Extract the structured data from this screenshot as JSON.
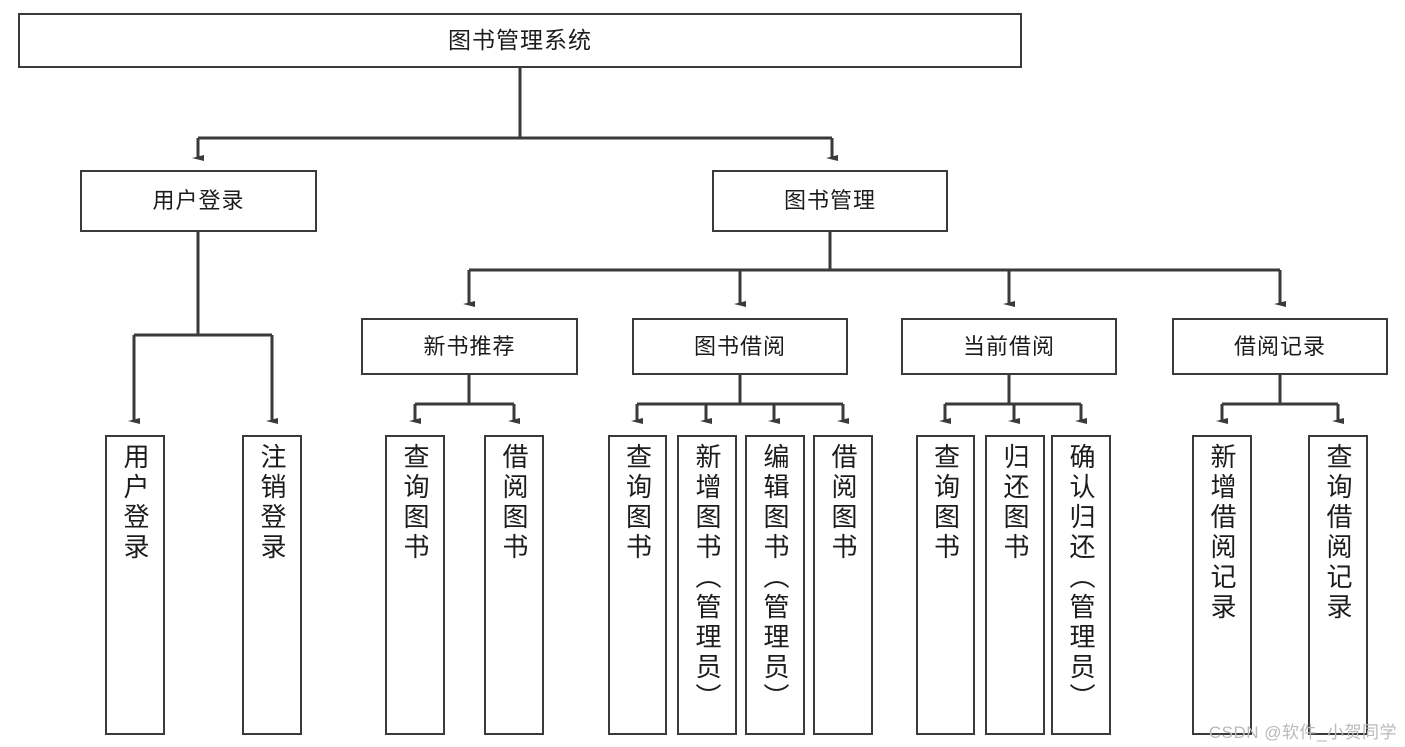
{
  "diagram": {
    "title": "图书管理系统",
    "watermark": "CSDN @软件_小贺同学",
    "colors": {
      "box_border": "#3a3a3a",
      "edge": "#3a3a3a",
      "background": "#ffffff",
      "text": "#1c1c1c",
      "watermark": "#b9b9b9"
    },
    "type": "tree-hierarchy",
    "nodes": {
      "root": {
        "label": "图书管理系统"
      },
      "level2": [
        {
          "label": "用户登录"
        },
        {
          "label": "图书管理"
        }
      ],
      "level3": [
        {
          "label": "新书推荐"
        },
        {
          "label": "图书借阅"
        },
        {
          "label": "当前借阅"
        },
        {
          "label": "借阅记录"
        }
      ],
      "leaves_user_login": [
        {
          "label": "用户登录"
        },
        {
          "label": "注销登录"
        }
      ],
      "leaves_new_books": [
        {
          "label": "查询图书"
        },
        {
          "label": "借阅图书"
        }
      ],
      "leaves_borrow": [
        {
          "label": "查询图书"
        },
        {
          "label": "新增图书（管理员）"
        },
        {
          "label": "编辑图书（管理员）"
        },
        {
          "label": "借阅图书"
        }
      ],
      "leaves_current": [
        {
          "label": "查询图书"
        },
        {
          "label": "归还图书"
        },
        {
          "label": "确认归还（管理员）"
        }
      ],
      "leaves_records": [
        {
          "label": "新增借阅记录"
        },
        {
          "label": "查询借阅记录"
        }
      ]
    }
  }
}
